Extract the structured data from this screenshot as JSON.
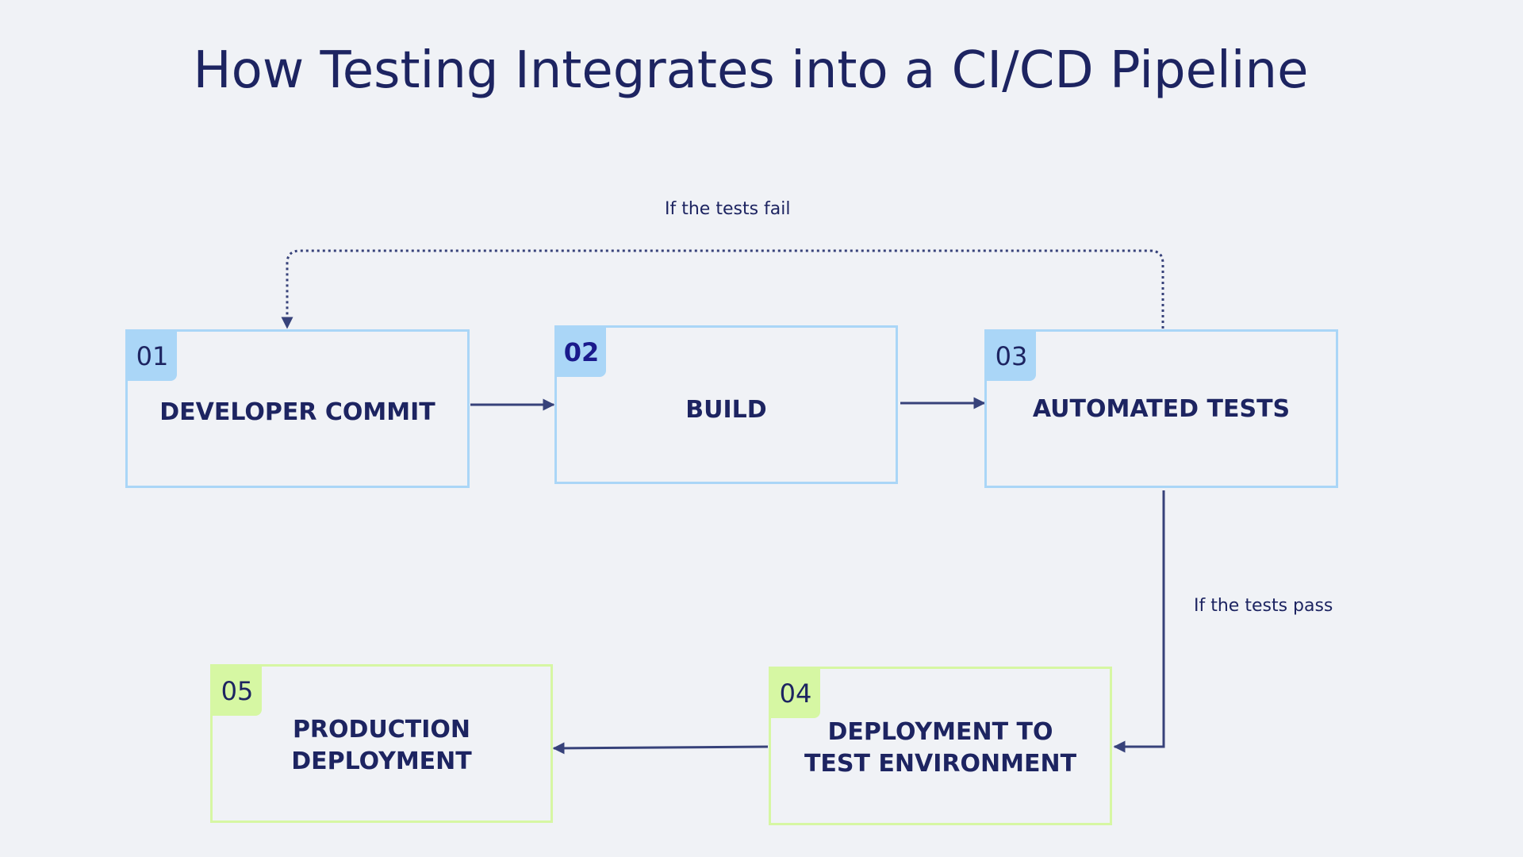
{
  "title": "How Testing Integrates into a CI/CD Pipeline",
  "steps": [
    {
      "number": "01",
      "label": "DEVELOPER COMMIT"
    },
    {
      "number": "02",
      "label": "BUILD"
    },
    {
      "number": "03",
      "label": "AUTOMATED TESTS"
    },
    {
      "number": "04",
      "label": "DEPLOYMENT TO\nTEST ENVIRONMENT"
    },
    {
      "number": "05",
      "label": "PRODUCTION\nDEPLOYMENT"
    }
  ],
  "annotations": {
    "fail": "If the tests fail",
    "pass": "If the tests pass"
  },
  "colors": {
    "background": "#f0f2f6",
    "text": "#1d2461",
    "stage_blue": "#aad6f7",
    "stage_green": "#d6f7a3",
    "arrow": "#37427a"
  }
}
